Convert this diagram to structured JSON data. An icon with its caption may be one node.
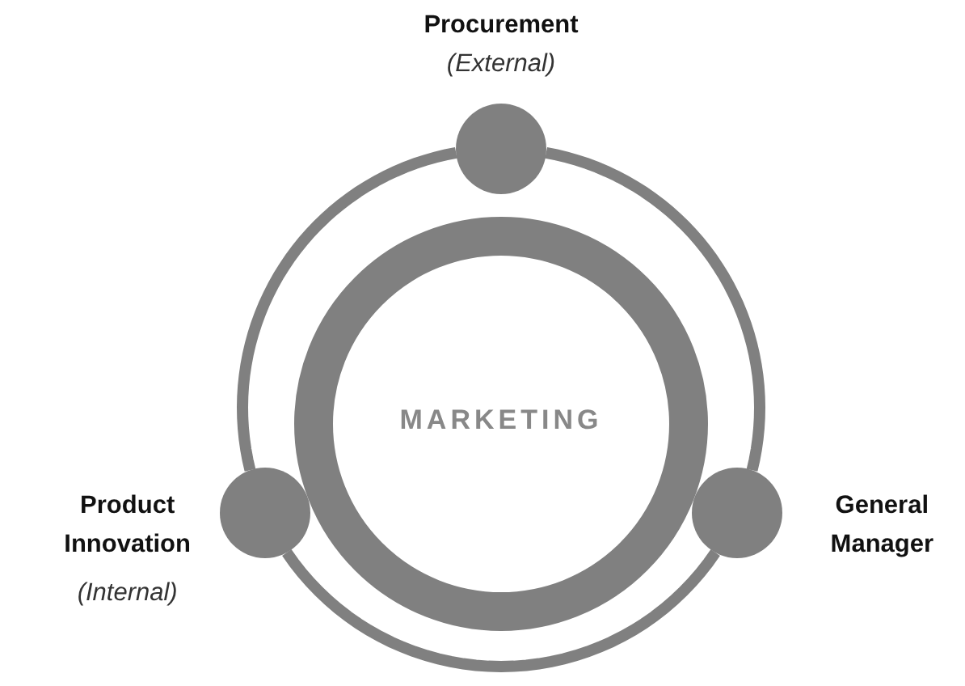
{
  "diagram": {
    "nodes": [
      {
        "text": [
          "Procurement",
          "(External)"
        ]
      },
      {
        "text": [
          "MARKETING"
        ]
      },
      {
        "text": [
          "Product Innovation",
          "(Internal)"
        ]
      },
      {
        "text": [
          "General Manager"
        ]
      }
    ],
    "edges": [
      {
        "from": 0,
        "to": 3,
        "arrow": "none"
      },
      {
        "from": 3,
        "to": 2,
        "arrow": "none"
      },
      {
        "from": 2,
        "to": 0,
        "arrow": "none"
      }
    ]
  }
}
